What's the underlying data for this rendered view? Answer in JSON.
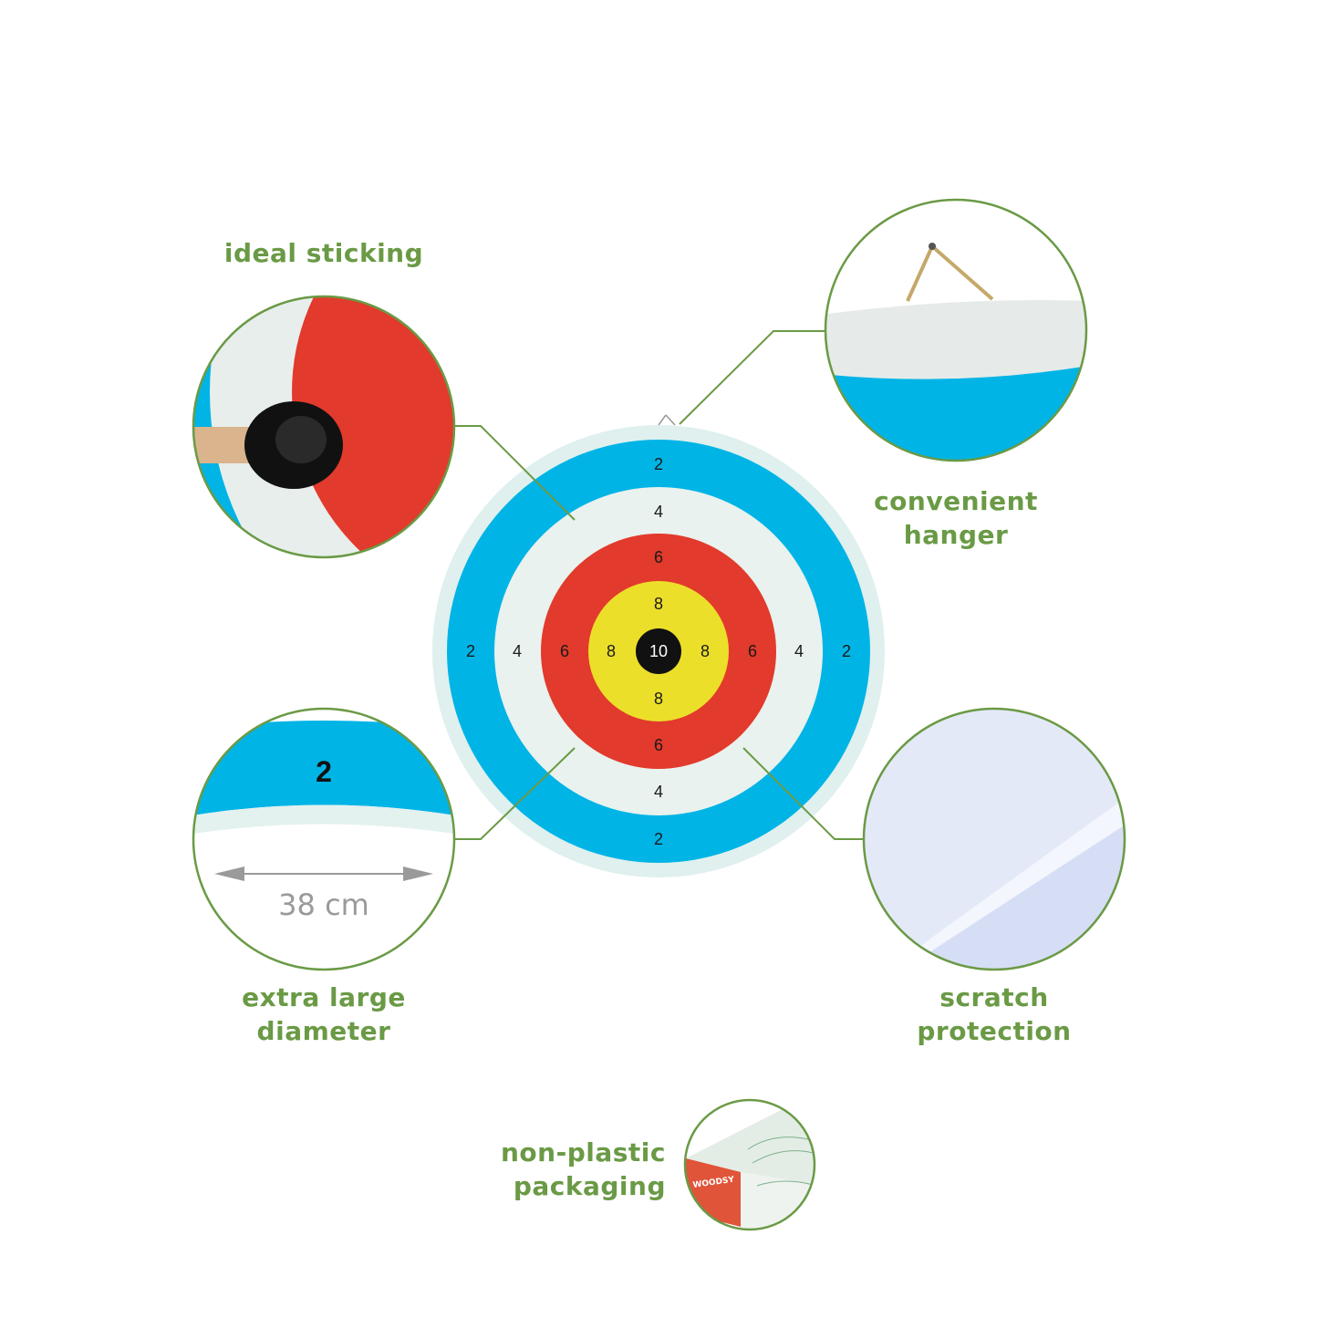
{
  "features": {
    "ideal_sticking": {
      "label": "ideal sticking"
    },
    "convenient_hanger": {
      "label": "convenient hanger"
    },
    "extra_large_diameter": {
      "label": "extra large diameter",
      "measurement": "38 cm",
      "ring_number": "2"
    },
    "scratch_protection": {
      "label": "scratch protection"
    },
    "non_plastic_packaging": {
      "label": "non-plastic packaging",
      "brand": "WOODSY"
    }
  },
  "target": {
    "scores": {
      "blue": "2",
      "white": "4",
      "red": "6",
      "yellow": "8",
      "bullseye": "10"
    },
    "colors": {
      "blue": "#00b4e6",
      "white": "#e9f2ee",
      "red": "#e23a2c",
      "yellow": "#ecdf2a",
      "black": "#111111",
      "rim": "#dff0ee"
    }
  },
  "colors": {
    "accent_green": "#6a9a45"
  }
}
